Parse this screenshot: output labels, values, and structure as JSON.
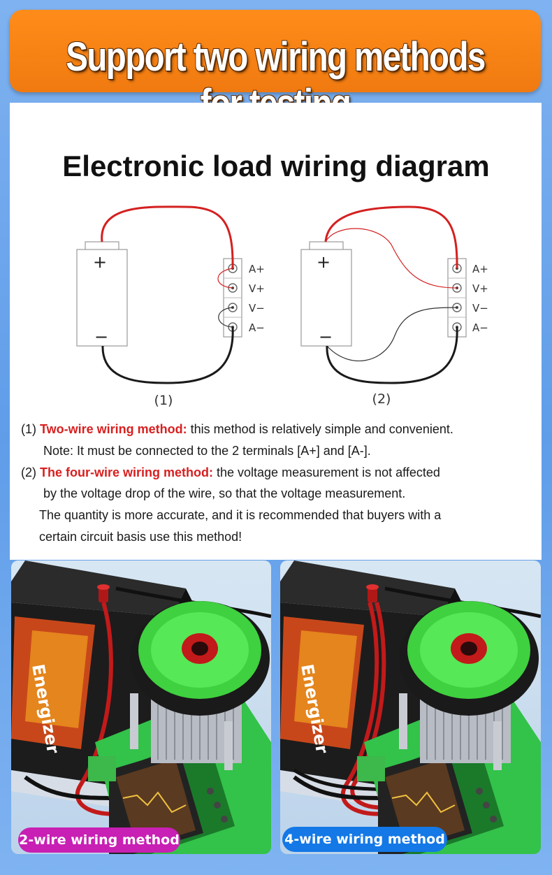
{
  "banner": {
    "title": "Support two wiring methods for testing"
  },
  "diagram": {
    "title": "Electronic load wiring diagram",
    "plus": "+",
    "minus": "−",
    "terminals": [
      "A+",
      "V+",
      "V−",
      "A−"
    ],
    "labels": [
      "(1)",
      "(2)"
    ]
  },
  "description": {
    "item1_prefix": "(1) ",
    "item1_title": "Two-wire wiring method:",
    "item1_text": " this method is relatively simple and convenient.",
    "item1_note": "Note: It must be connected to the 2 terminals [A+] and [A-].",
    "item2_prefix": "(2) ",
    "item2_title": "The four-wire wiring method:",
    "item2_text": " the voltage measurement is not affected",
    "item2_line2": "by the voltage drop of the wire, so that the voltage measurement.",
    "item2_line3": "The quantity is more accurate, and it is recommended that buyers with a",
    "item2_line4": "certain circuit basis use this method!"
  },
  "photos": {
    "left_label": "2-wire wiring method",
    "right_label": "4-wire wiring method",
    "battery_brand": "Energizer",
    "left_color": "#c81fb4",
    "right_color": "#1478e6"
  },
  "colors": {
    "wire_red": "#d42020",
    "wire_black": "#222222",
    "banner": "#f07a10",
    "highlight": "#d81f1f"
  }
}
